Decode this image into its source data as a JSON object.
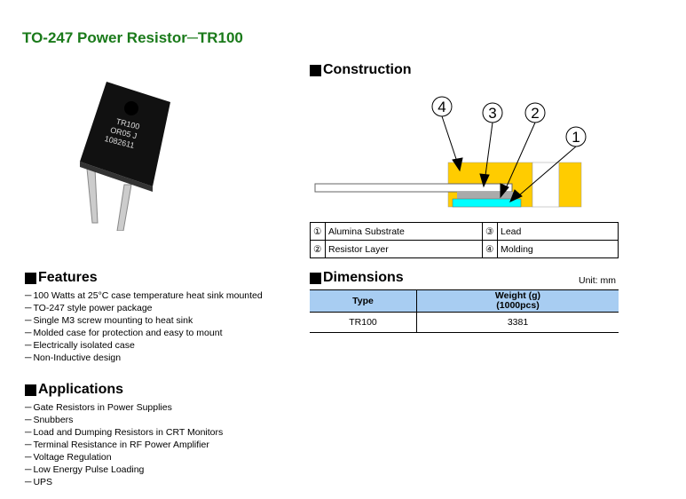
{
  "title": "TO-247 Power Resistor─TR100",
  "product_image": {
    "marking": [
      "TR100",
      "OR05 J",
      "1082611"
    ]
  },
  "construction": {
    "heading": "Construction",
    "callouts": [
      "1",
      "2",
      "3",
      "4"
    ],
    "legend": [
      {
        "num": "①",
        "label": "Alumina Substrate"
      },
      {
        "num": "③",
        "label": "Lead"
      },
      {
        "num": "②",
        "label": "Resistor Layer"
      },
      {
        "num": "④",
        "label": "Molding"
      }
    ],
    "colors": {
      "molding": "#ffcc00",
      "substrate": "#00ffff",
      "resistor": "#aaaaaa"
    }
  },
  "features": {
    "heading": "Features",
    "items": [
      "100 Watts at 25°C case temperature heat sink mounted",
      "TO-247 style power package",
      "Single M3 screw mounting to heat sink",
      "Molded case for protection and easy to mount",
      "Electrically isolated case",
      "Non-Inductive design"
    ]
  },
  "applications": {
    "heading": "Applications",
    "items": [
      "Gate Resistors in Power Supplies",
      "Snubbers",
      "Load and Dumping Resistors in CRT Monitors",
      "Terminal Resistance in RF Power Amplifier",
      "Voltage Regulation",
      "Low Energy Pulse Loading",
      "UPS"
    ]
  },
  "dimensions": {
    "heading": "Dimensions",
    "unit": "Unit: mm",
    "headers": [
      "Type",
      "Weight (g)",
      "(1000pcs)"
    ],
    "rows": [
      [
        "TR100",
        "3381"
      ]
    ],
    "header_color": "#a8cdf2"
  }
}
